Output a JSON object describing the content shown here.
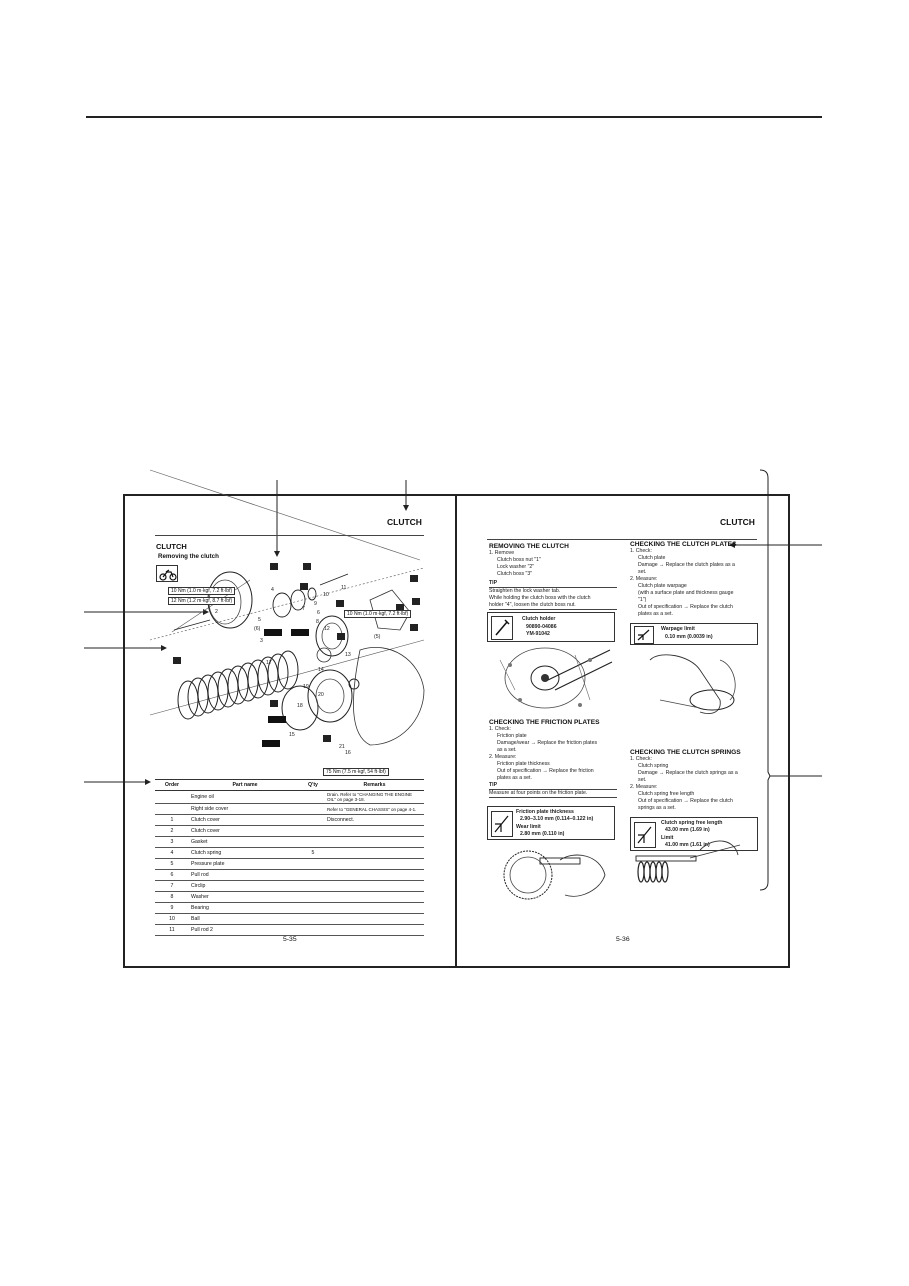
{
  "left_page": {
    "running_head": "CLUTCH",
    "section_title": "CLUTCH",
    "subtitle": "Removing the clutch",
    "page_number": "5-35",
    "callout_numbers": [
      "2",
      "3",
      "4",
      "5",
      "6",
      "7",
      "8",
      "9",
      "10",
      "11",
      "12",
      "13",
      "14",
      "15",
      "16",
      "17",
      "18",
      "19",
      "20",
      "21",
      "(5)",
      "(6)"
    ],
    "torques": [
      "10 Nm (1.0 m·kgf, 7.2 ft·lbf)",
      "12 Nm (1.2 m·kgf, 8.7 ft·lbf)",
      "10 Nm (1.0 m·kgf, 7.2 ft·lbf)",
      "75 Nm (7.5 m·kgf, 54 ft·lbf)"
    ],
    "parts_table": {
      "headers": [
        "Order",
        "Part name",
        "Q'ty",
        "Remarks"
      ],
      "rows": [
        {
          "order": "",
          "name": "Engine oil",
          "qty": "",
          "remarks": "Drain. Refer to \"CHANGING THE ENGINE OIL\" on page 3-18."
        },
        {
          "order": "",
          "name": "Right side cover",
          "qty": "",
          "remarks": "Refer to \"GENERAL CHASSIS\" on page 4-1."
        },
        {
          "order": "1",
          "name": "Clutch cover",
          "qty": "",
          "remarks": "Disconnect."
        },
        {
          "order": "2",
          "name": "Clutch cover",
          "qty": "",
          "remarks": ""
        },
        {
          "order": "3",
          "name": "Gasket",
          "qty": "",
          "remarks": ""
        },
        {
          "order": "4",
          "name": "Clutch spring",
          "qty": "5",
          "remarks": ""
        },
        {
          "order": "5",
          "name": "Pressure plate",
          "qty": "",
          "remarks": ""
        },
        {
          "order": "6",
          "name": "Pull rod",
          "qty": "",
          "remarks": ""
        },
        {
          "order": "7",
          "name": "Circlip",
          "qty": "",
          "remarks": ""
        },
        {
          "order": "8",
          "name": "Washer",
          "qty": "",
          "remarks": ""
        },
        {
          "order": "9",
          "name": "Bearing",
          "qty": "",
          "remarks": ""
        },
        {
          "order": "10",
          "name": "Ball",
          "qty": "",
          "remarks": ""
        },
        {
          "order": "11",
          "name": "Pull rod 2",
          "qty": "",
          "remarks": ""
        }
      ]
    }
  },
  "right_page": {
    "running_head": "CLUTCH",
    "page_number": "5-36",
    "removing": {
      "title": "REMOVING THE CLUTCH",
      "lines": [
        "1. Remove",
        "Clutch boss nut \"1\"",
        "Lock washer \"2\"",
        "Clutch boss \"3\""
      ],
      "tip_label": "TIP",
      "tip_lines": [
        "Straighten the lock washer tab.",
        "While holding the clutch boss with the clutch",
        "holder \"4\", loosen the clutch boss nut."
      ],
      "tool_lines": [
        "Clutch holder",
        "90890-04086",
        "YM-91042"
      ]
    },
    "friction": {
      "title": "CHECKING THE FRICTION PLATES",
      "lines": [
        "1. Check:",
        "Friction plate",
        "Damage/wear → Replace the friction plates",
        "as a set.",
        "2. Measure:",
        "Friction plate thickness",
        "Out of specification → Replace the friction",
        "plates as a set."
      ],
      "tip_label": "TIP",
      "tip_text": "Measure at four points on the friction plate.",
      "spec_lines": [
        "Friction plate thickness",
        "2.90–3.10 mm (0.114–0.122 in)",
        "Wear limit",
        "2.80 mm (0.110 in)"
      ]
    },
    "clutch_plates": {
      "title": "CHECKING THE CLUTCH PLATES",
      "lines": [
        "1. Check:",
        "Clutch plate",
        "Damage → Replace the clutch plates as a",
        "set.",
        "2. Measure:",
        "Clutch plate warpage",
        "(with a surface plate and thickness gauge",
        "\"1\")",
        "Out of specification → Replace the clutch",
        "plates as a set."
      ],
      "spec_lines": [
        "Warpage limit",
        "0.10 mm (0.0039 in)"
      ]
    },
    "springs": {
      "title": "CHECKING THE CLUTCH SPRINGS",
      "lines": [
        "1. Check:",
        "Clutch spring",
        "Damage → Replace the clutch springs as a",
        "set.",
        "2. Measure:",
        "Clutch spring free length",
        "Out of specification → Replace the clutch",
        "springs as a set."
      ],
      "spec_lines": [
        "Clutch spring free length",
        "43.00 mm (1.69 in)",
        "Limit",
        "41.00 mm (1.61 in)"
      ]
    }
  }
}
